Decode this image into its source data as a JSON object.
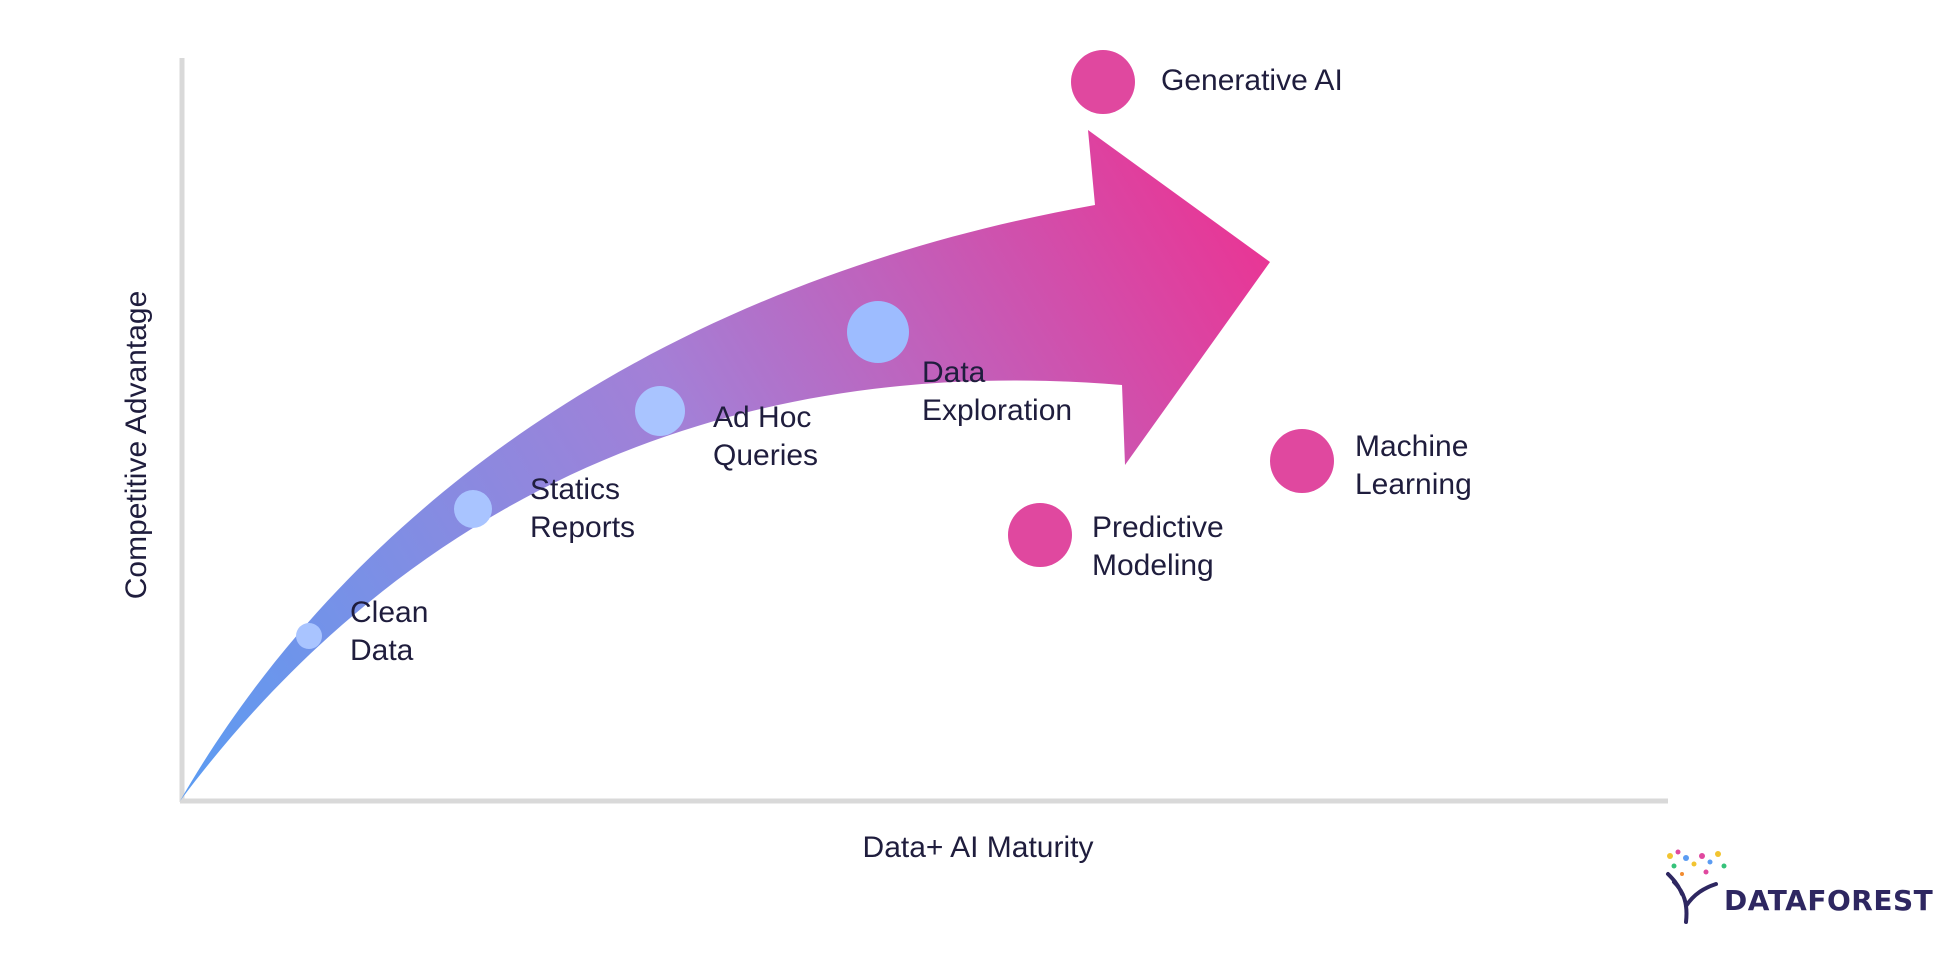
{
  "axes": {
    "y_title": "Competitive Advantage",
    "x_title": "Data+ AI Maturity"
  },
  "arrow_stages": [
    {
      "id": "clean-data",
      "lines": [
        "Clean",
        "Data"
      ],
      "color": "#a9c4ff"
    },
    {
      "id": "statics-reports",
      "lines": [
        "Statics",
        "Reports"
      ],
      "color": "#a9c4ff"
    },
    {
      "id": "ad-hoc-queries",
      "lines": [
        "Ad Hoc",
        "Queries"
      ],
      "color": "#a9c4ff"
    },
    {
      "id": "data-exploration",
      "lines": [
        "Data",
        "Exploration"
      ],
      "color": "#9dbcff"
    }
  ],
  "ai_stages": [
    {
      "id": "generative-ai",
      "lines": [
        "Generative AI"
      ],
      "color": "#e0489f"
    },
    {
      "id": "machine-learning",
      "lines": [
        "Machine",
        "Learning"
      ],
      "color": "#e0489f"
    },
    {
      "id": "predictive-modeling",
      "lines": [
        "Predictive",
        "Modeling"
      ],
      "color": "#e0489f"
    }
  ],
  "colors": {
    "arrow_start": "#5b9cf2",
    "arrow_mid": "#a47fd6",
    "arrow_end": "#ef2f8f",
    "axis": "#d9d9d9",
    "text": "#1f1d3d"
  },
  "logo": {
    "text": "DATAFOREST"
  }
}
